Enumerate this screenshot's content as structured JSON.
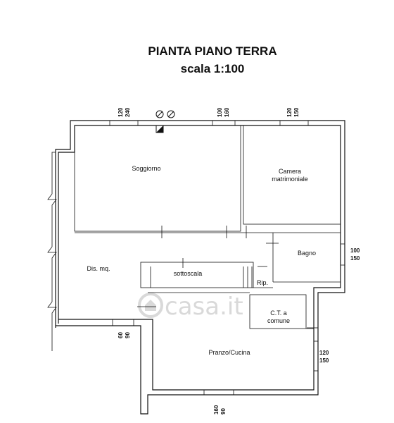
{
  "title": {
    "line1": "PIANTA PIANO TERRA",
    "line2": "scala 1:100"
  },
  "rooms": {
    "soggiorno": "Soggiorno",
    "camera_line1": "Camera",
    "camera_line2": "matrimoniale",
    "bagno": "Bagno",
    "dis": "Dis. mq.",
    "sottoscala": "sottoscala",
    "rip": "Rip.",
    "ct_line1": "C.T. a",
    "ct_line2": "comune",
    "pranzo": "Pranzo/Cucina"
  },
  "dimensions": {
    "d1_a": "120",
    "d1_b": "240",
    "d2_a": "100",
    "d2_b": "160",
    "d3_a": "120",
    "d3_b": "150",
    "d4_a": "100",
    "d4_b": "150",
    "d5_a": "60",
    "d5_b": "90",
    "d6_a": "120",
    "d6_b": "150",
    "d7_a": "160",
    "d7_b": "90"
  },
  "watermark": "casa.it",
  "colors": {
    "line": "#111111",
    "watermark": "#d9d9d9"
  }
}
